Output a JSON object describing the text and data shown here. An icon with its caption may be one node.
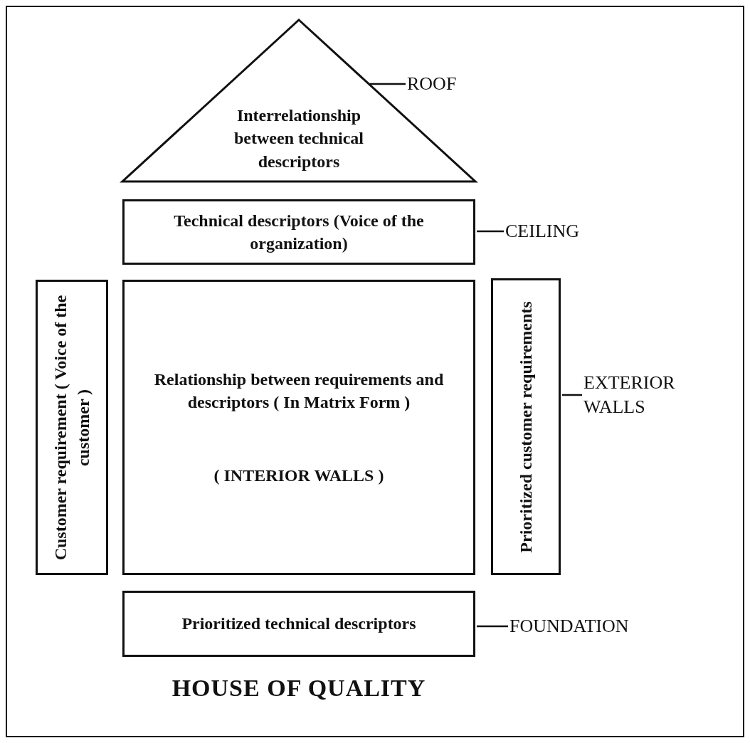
{
  "diagram": {
    "title": "HOUSE OF QUALITY",
    "nodes": [
      {
        "text": [
          "Interrelationship between technical descriptors"
        ]
      },
      {
        "text": [
          "ROOF"
        ]
      },
      {
        "text": [
          "Technical descriptors (Voice of the organization)"
        ]
      },
      {
        "text": [
          "CEILING"
        ]
      },
      {
        "text": [
          "Customer requirement ( Voice of the customer )"
        ]
      },
      {
        "text": [
          "Relationship between requirements and descriptors ( In Matrix Form )",
          "( INTERIOR WALLS )"
        ]
      },
      {
        "text": [
          "Prioritized customer requirements"
        ]
      },
      {
        "text": [
          "EXTERIOR WALLS"
        ]
      },
      {
        "text": [
          "Prioritized technical descriptors"
        ]
      },
      {
        "text": [
          "FOUNDATION"
        ]
      }
    ],
    "edges": [
      {
        "from": 1,
        "to": 0,
        "arrow": "none"
      },
      {
        "from": 3,
        "to": 2,
        "arrow": "none"
      },
      {
        "from": 7,
        "to": 6,
        "arrow": "none"
      },
      {
        "from": 9,
        "to": 8,
        "arrow": "none"
      }
    ]
  }
}
